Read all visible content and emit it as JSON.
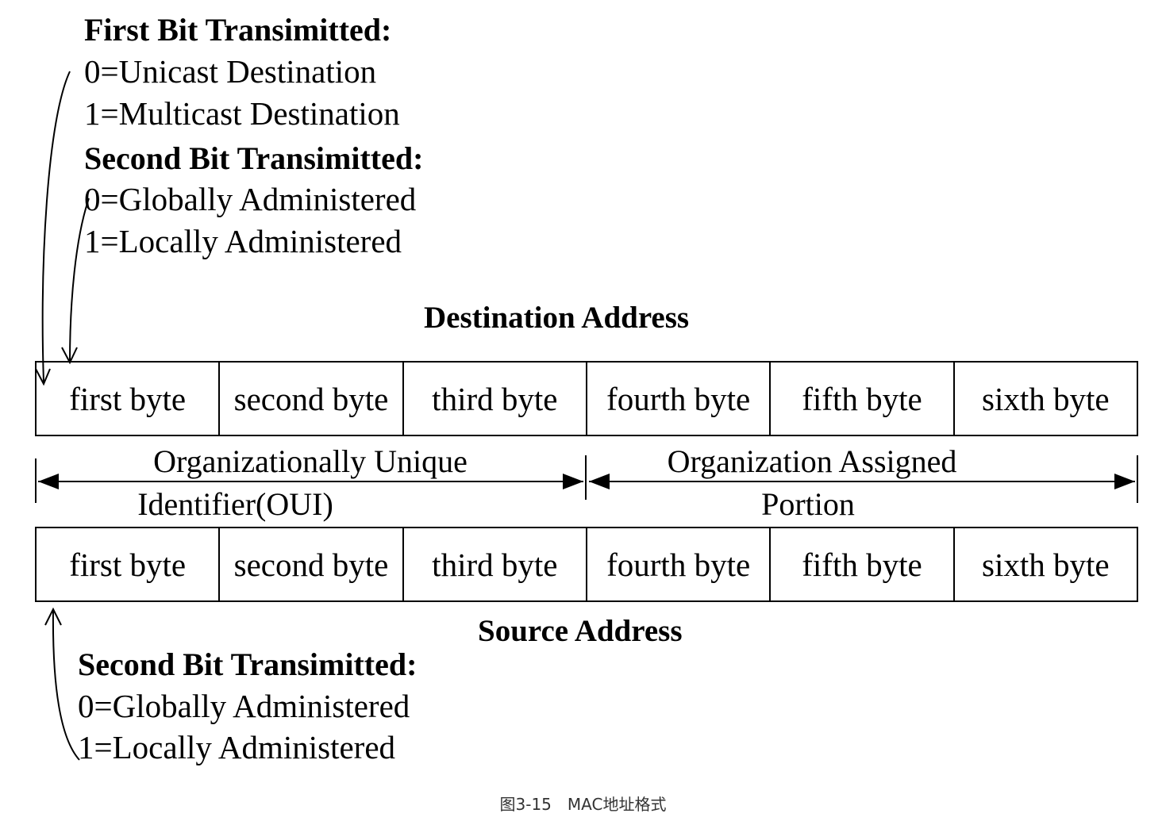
{
  "destination": {
    "first_bit": {
      "heading": "First Bit Transimitted:",
      "option_0": "0=Unicast Destination",
      "option_1": "1=Multicast Destination"
    },
    "second_bit": {
      "heading": "Second Bit Transimitted:",
      "option_0": "0=Globally Administered",
      "option_1": "1=Locally Administered"
    },
    "title": "Destination Address",
    "bytes": [
      "first byte",
      "second byte",
      "third byte",
      "fourth byte",
      "fifth byte",
      "sixth byte"
    ]
  },
  "spans": {
    "oui_line1": "Organizationally Unique",
    "oui_line2": "Identifier(OUI)",
    "assigned_line1": "Organization Assigned",
    "assigned_line2": "Portion"
  },
  "source": {
    "bytes": [
      "first byte",
      "second byte",
      "third byte",
      "fourth byte",
      "fifth byte",
      "sixth byte"
    ],
    "title": "Source Address",
    "second_bit": {
      "heading": "Second Bit Transimitted:",
      "option_0": "0=Globally Administered",
      "option_1": "1=Locally Administered"
    }
  },
  "caption": "图3-15　MAC地址格式"
}
